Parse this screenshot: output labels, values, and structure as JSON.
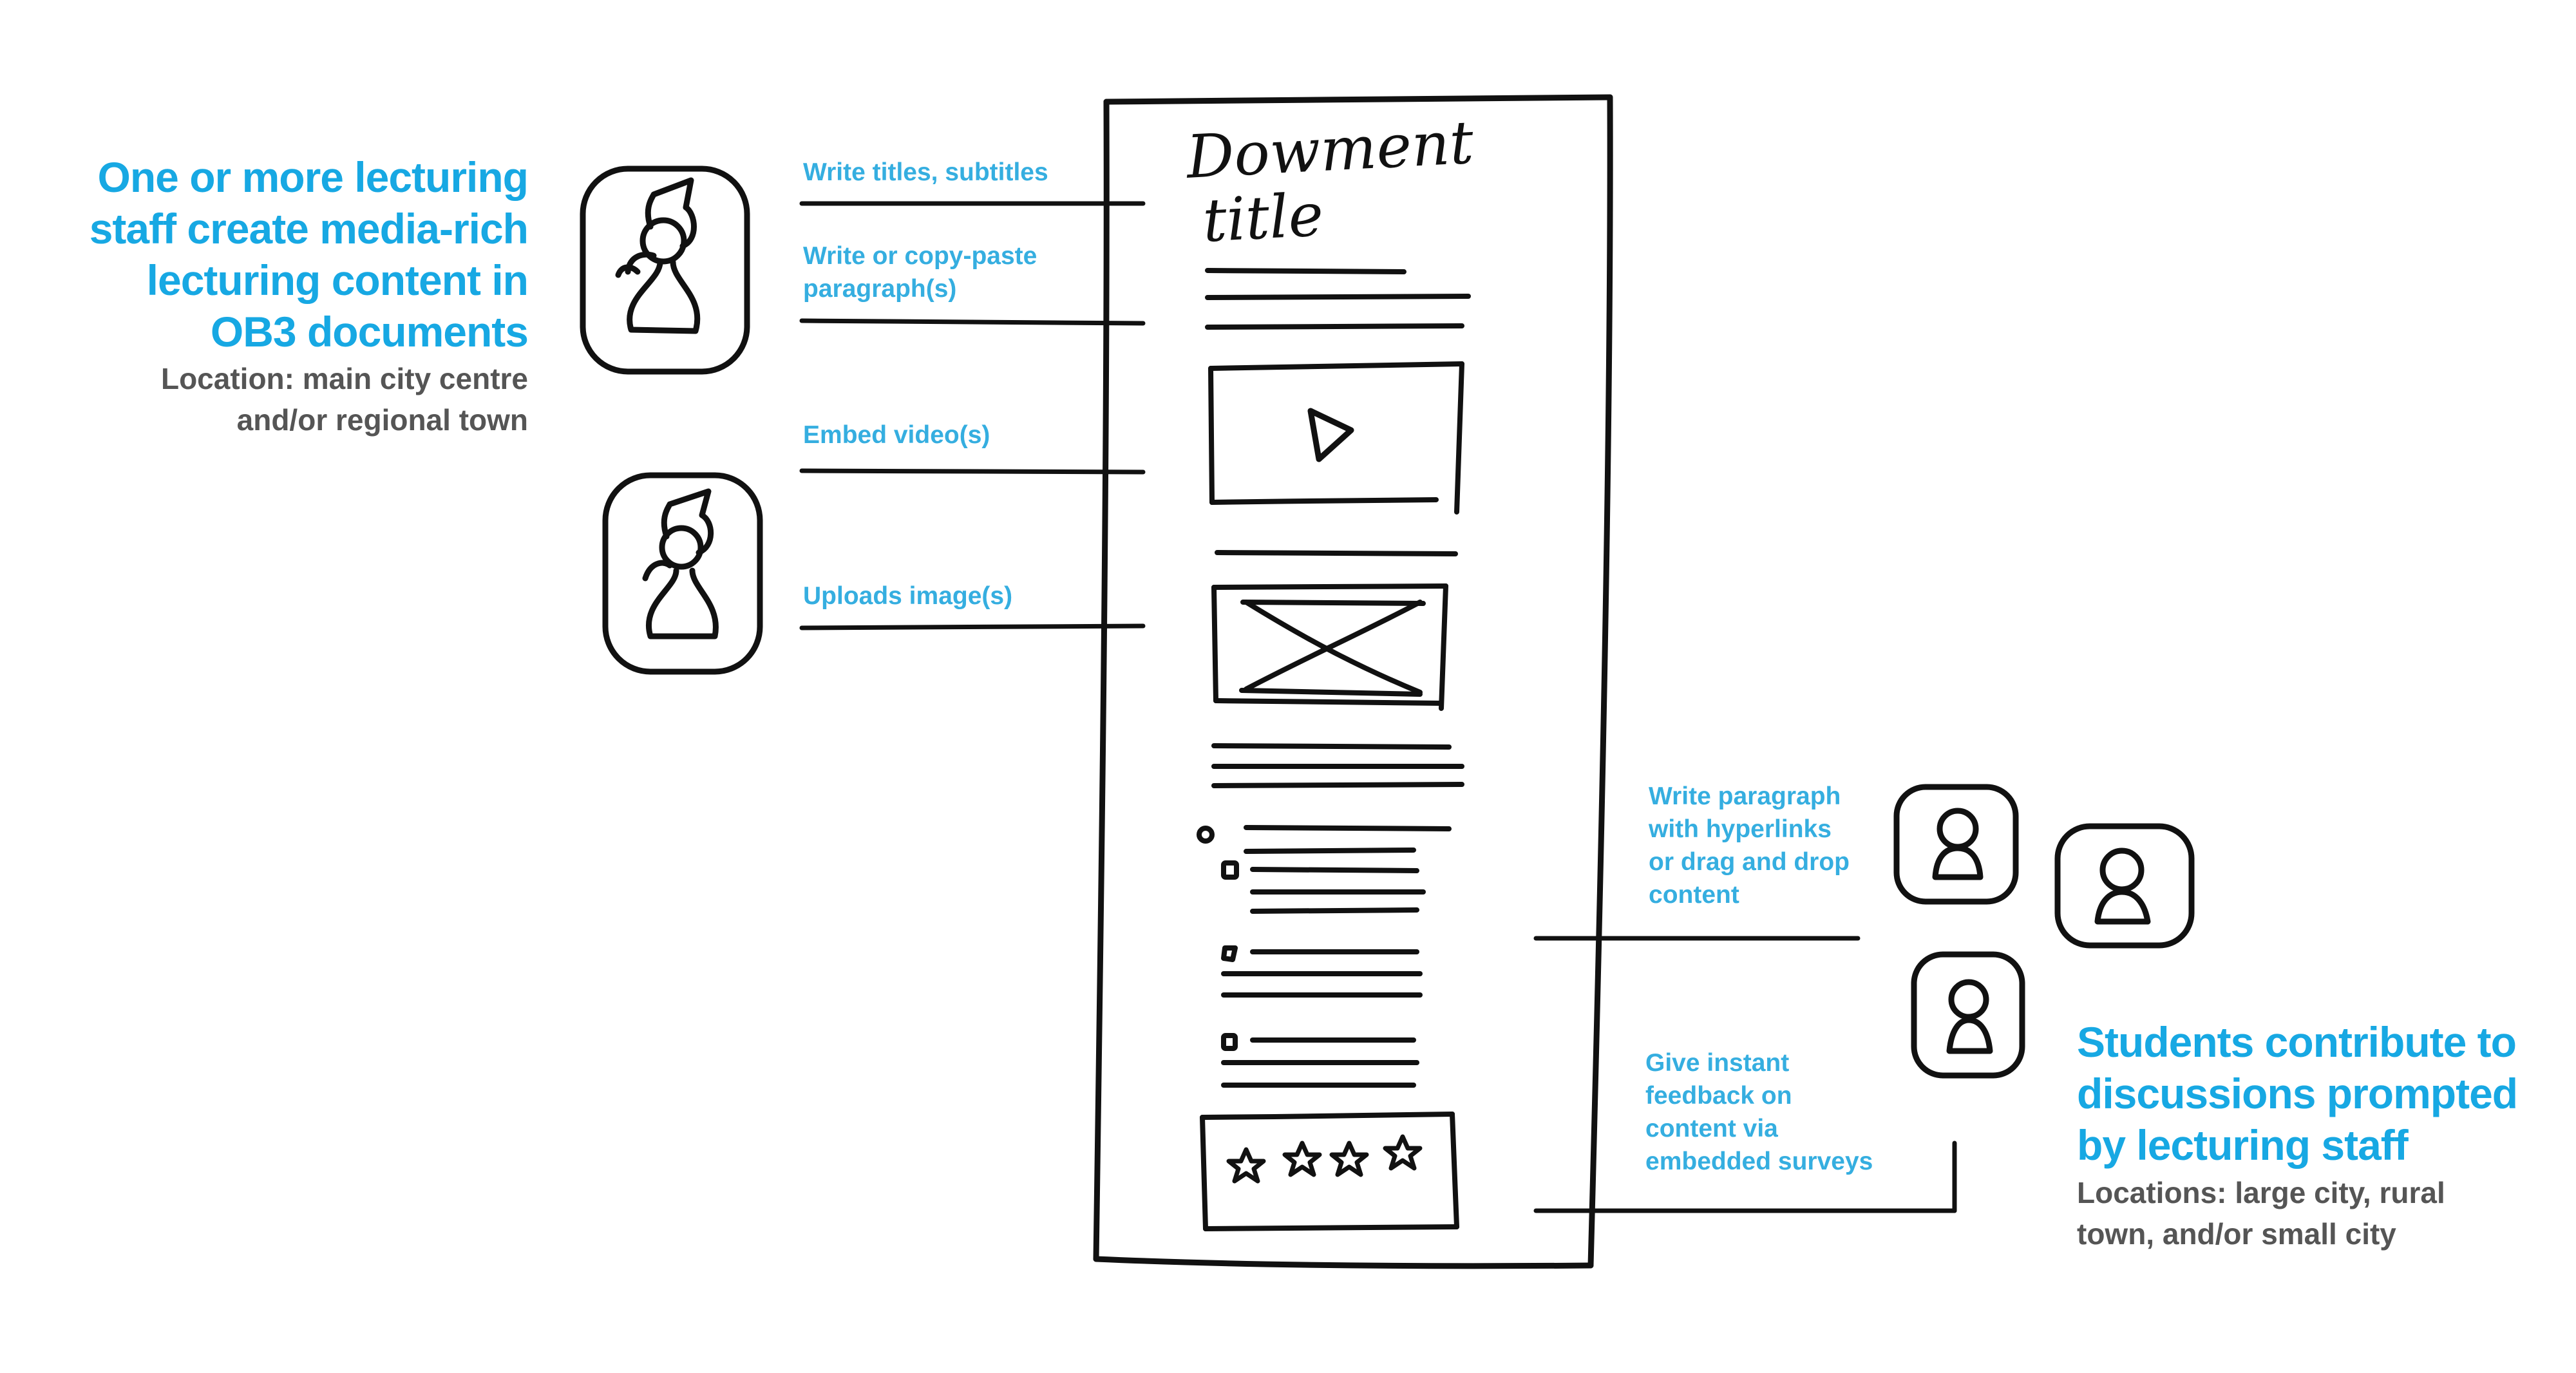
{
  "staff": {
    "heading": [
      "One or more lecturing",
      "staff create media-rich",
      "lecturing content in",
      "OB3 documents"
    ],
    "location": [
      "Location: main city centre",
      "and/or regional town"
    ]
  },
  "students": {
    "heading": [
      "Students contribute to",
      "discussions prompted",
      "by lecturing staff"
    ],
    "location": [
      "Locations: large city, rural",
      "town, and/or  small city"
    ]
  },
  "document": {
    "title": [
      "Dowment",
      "title"
    ]
  },
  "steps": {
    "titles": [
      "Write titles, subtitles"
    ],
    "paragraphs": [
      "Write or copy-paste",
      "paragraph(s)"
    ],
    "video": [
      "Embed video(s)"
    ],
    "images": [
      "Uploads image(s)"
    ],
    "hyperlinks": [
      "Write paragraph",
      "with hyperlinks",
      "or drag and drop",
      "content"
    ],
    "feedback": [
      "Give instant",
      "feedback on",
      "content via",
      "embedded surveys"
    ]
  },
  "icons": {
    "staff": [
      "lecturer-avatar-icon",
      "lecturer-avatar-icon"
    ],
    "students": [
      "student-avatar-icon",
      "student-avatar-icon",
      "student-avatar-icon"
    ],
    "document": [
      "play-icon",
      "image-placeholder-icon",
      "bullet-icon",
      "star-icon"
    ]
  },
  "colors": {
    "accent": "#17a8e3",
    "label": "#35aee0",
    "muted": "#555555",
    "ink": "#111111"
  }
}
